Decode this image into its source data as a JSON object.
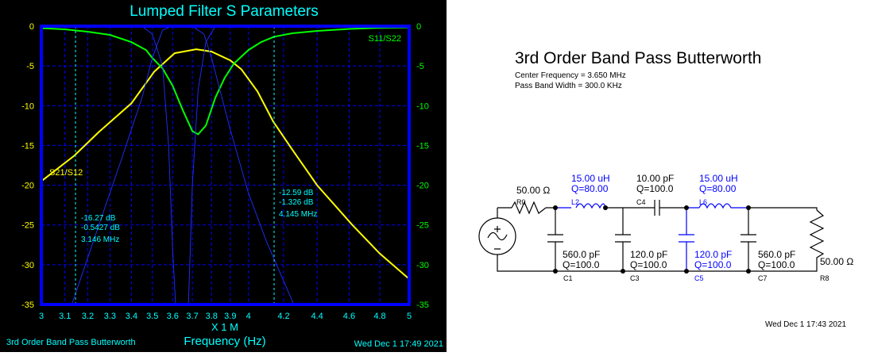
{
  "chart_data": {
    "type": "line",
    "title": "Lumped Filter S Parameters",
    "xlabel": "Frequency (Hz)",
    "xscale_label": "X 1 M",
    "xscale": "log",
    "xlim": [
      3,
      5
    ],
    "ylim": [
      -35,
      0
    ],
    "xticks": [
      3,
      3.1,
      3.2,
      3.3,
      3.4,
      3.5,
      3.6,
      3.7,
      3.8,
      3.9,
      4,
      4.2,
      4.4,
      4.6,
      4.8,
      5
    ],
    "yticks": [
      0,
      -5,
      -10,
      -15,
      -20,
      -25,
      -30,
      -35
    ],
    "grid": true,
    "series": [
      {
        "name": "S21/S12",
        "color": "#ffff00",
        "x": [
          3,
          3.14,
          3.25,
          3.4,
          3.51,
          3.61,
          3.72,
          3.8,
          3.9,
          3.96,
          4.05,
          4.14,
          4.25,
          4.4,
          4.62,
          4.8,
          5
        ],
        "y": [
          -19.5,
          -16.3,
          -13.3,
          -9.7,
          -5.7,
          -3.4,
          -2.9,
          -3.2,
          -4.3,
          -5.4,
          -8.2,
          -12.0,
          -15.5,
          -20,
          -25,
          -28.6,
          -31.8
        ]
      },
      {
        "name": "S11/S22",
        "color": "#00ff00",
        "x": [
          3,
          3.1,
          3.2,
          3.3,
          3.4,
          3.47,
          3.5,
          3.55,
          3.6,
          3.65,
          3.7,
          3.73,
          3.77,
          3.82,
          3.87,
          3.92,
          4,
          4.07,
          4.145,
          4.25,
          4.4,
          4.6,
          4.8,
          5
        ],
        "y": [
          -0.25,
          -0.4,
          -0.7,
          -1.1,
          -2,
          -3,
          -4,
          -5.3,
          -7.5,
          -10.5,
          -13.2,
          -13.6,
          -12.5,
          -9,
          -6.5,
          -4.7,
          -3,
          -2,
          -1.33,
          -0.9,
          -0.6,
          -0.35,
          -0.2,
          -0.15
        ]
      },
      {
        "name": "trace-a",
        "color": "#2030ff",
        "x": [
          3.13,
          3.25,
          3.35,
          3.45,
          3.5,
          3.55,
          3.6,
          3.9
        ],
        "y": [
          -35,
          -25,
          -17,
          -9,
          -4,
          -0.5,
          0,
          0
        ]
      },
      {
        "name": "trace-b",
        "color": "#2030ff",
        "x": [
          3.45,
          3.5,
          3.55,
          3.58,
          3.6,
          3.615
        ],
        "y": [
          0,
          -1,
          -5,
          -15,
          -28,
          -35
        ]
      },
      {
        "name": "trace-c",
        "color": "#2030ff",
        "x": [
          3.68,
          3.7,
          3.73,
          3.77,
          3.82
        ],
        "y": [
          -35,
          -20,
          -8,
          -2,
          0
        ]
      },
      {
        "name": "trace-d",
        "color": "#2030ff",
        "x": [
          3.7,
          3.76,
          3.8,
          3.9,
          4.0,
          4.1,
          4.26
        ],
        "y": [
          0,
          -1,
          -4,
          -13,
          -21,
          -27,
          -35
        ]
      }
    ],
    "markers": [
      {
        "freq": 3.146,
        "lines": [
          "-16.27 dB",
          "-0.5427 dB",
          "3.146 MHz"
        ]
      },
      {
        "freq": 4.145,
        "lines": [
          "-12.59 dB",
          "-1.326 dB",
          "4.145 MHz"
        ]
      }
    ],
    "legend": {
      "s11": "S11/S22",
      "s21": "S21/S12"
    },
    "footer_left": "3rd Order Band Pass Butterworth",
    "footer_right": "Wed Dec  1 17:49 2021"
  },
  "schematic": {
    "title": "3rd Order Band Pass Butterworth",
    "center": "Center Frequency = 3.650 MHz",
    "bandwidth": "Pass Band Width = 300.0 KHz",
    "r0": {
      "ref": "R0",
      "value": "50.00 Ω"
    },
    "l2": {
      "ref": "L2",
      "value": "15.00 uH",
      "q": "Q=80.00"
    },
    "c4": {
      "ref": "C4",
      "value": "10.00 pF",
      "q": "Q=100.0"
    },
    "l6": {
      "ref": "L6",
      "value": "15.00 uH",
      "q": "Q=80.00"
    },
    "c1": {
      "ref": "C1",
      "value": "560.0 pF",
      "q": "Q=100.0"
    },
    "c3": {
      "ref": "C3",
      "value": "120.0 pF",
      "q": "Q=100.0"
    },
    "c5": {
      "ref": "C5",
      "value": "120.0 pF",
      "q": "Q=100.0"
    },
    "c7": {
      "ref": "C7",
      "value": "560.0 pF",
      "q": "Q=100.0"
    },
    "r8": {
      "ref": "R8",
      "value": "50.00 Ω"
    },
    "date": "Wed Dec  1 17:43 2021"
  }
}
